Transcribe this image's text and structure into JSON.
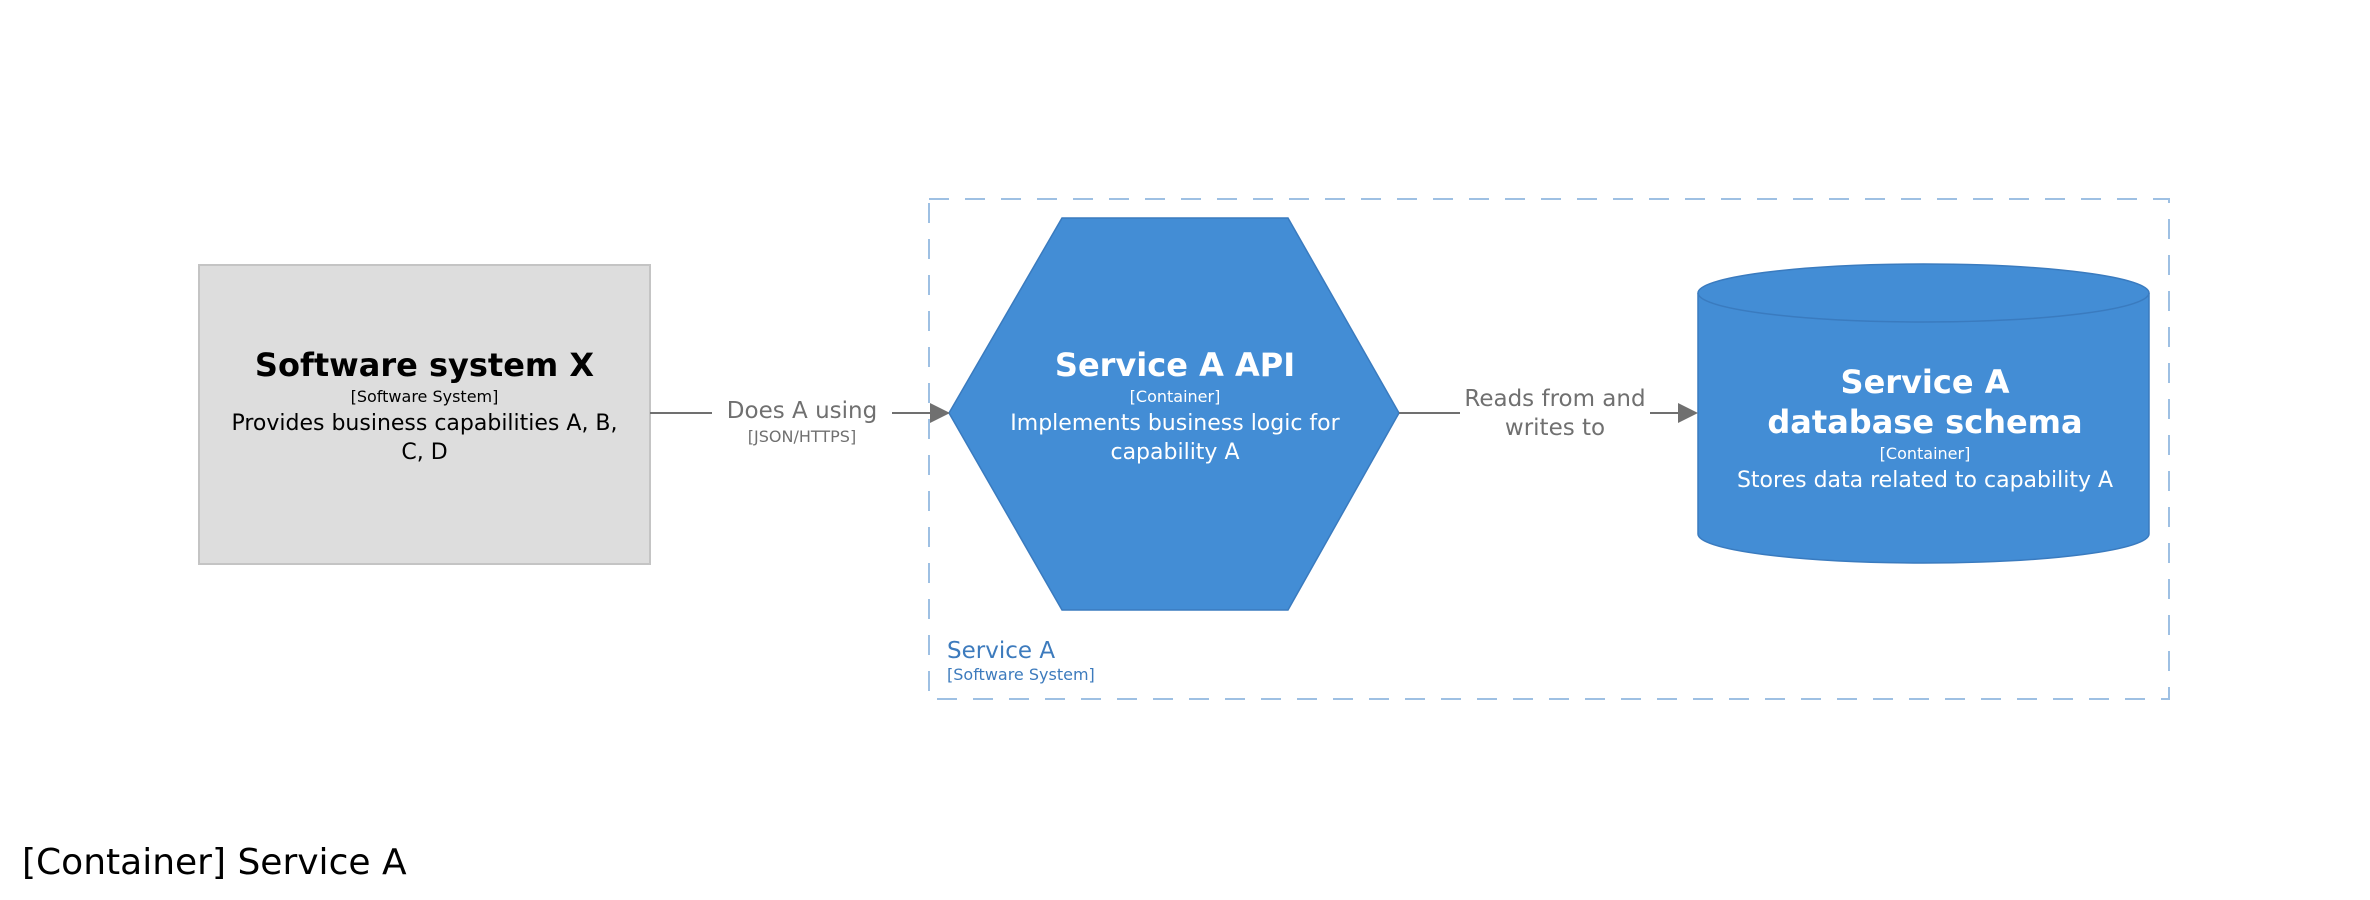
{
  "diagram": {
    "title": "[Container] Service A",
    "boundary": {
      "name": "Service A",
      "type": "[Software System]",
      "color": "#3d7bbd"
    },
    "elements": [
      {
        "id": "software-system-x",
        "shape": "box",
        "name": "Software system X",
        "type": "[Software System]",
        "description": "Provides business capabilities A, B, C, D",
        "fill": "#dddddd",
        "text_color": "#000000"
      },
      {
        "id": "service-a-api",
        "shape": "hexagon",
        "name": "Service A API",
        "type": "[Container]",
        "description": "Implements business logic for capability A",
        "fill": "#438dd5",
        "text_color": "#ffffff"
      },
      {
        "id": "service-a-db",
        "shape": "cylinder",
        "name": "Service A database schema",
        "type": "[Container]",
        "description": "Stores data related to capability A",
        "fill": "#438dd5",
        "text_color": "#ffffff"
      }
    ],
    "relationships": [
      {
        "from": "Software system X",
        "to": "Service A API",
        "label": "Does A using",
        "technology": "[JSON/HTTPS]"
      },
      {
        "from": "Service A API",
        "to": "Service A database schema",
        "label": "Reads from and writes to",
        "technology": ""
      }
    ],
    "colors": {
      "edge": "#707070",
      "boundary_dash": "#9ec0e3"
    }
  }
}
